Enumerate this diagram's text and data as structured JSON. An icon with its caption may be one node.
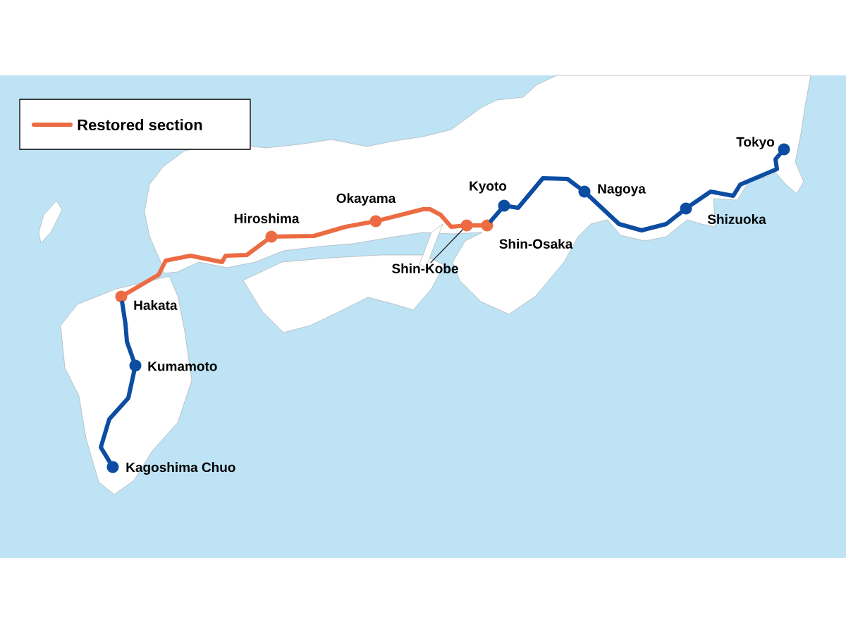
{
  "diagram": {
    "nodes": [
      {
        "text": [
          "Tokyo"
        ]
      },
      {
        "text": [
          "Kyoto"
        ]
      },
      {
        "text": [
          "Nagoya"
        ]
      },
      {
        "text": [
          "Okayama"
        ]
      },
      {
        "text": [
          "Hiroshima"
        ]
      },
      {
        "text": [
          "Shizuoka"
        ]
      },
      {
        "text": [
          "Shin-Osaka"
        ]
      },
      {
        "text": [],
        "shape": "circle"
      },
      {
        "text": [
          "Shin-Kobe"
        ]
      },
      {
        "text": [
          "Hakata"
        ]
      },
      {
        "text": [
          "Kumamoto"
        ]
      },
      {
        "text": [
          "Kagoshima Chuo"
        ]
      }
    ],
    "edges": [
      {
        "from": 0,
        "to": 5,
        "arrow": "none"
      },
      {
        "from": 5,
        "to": 2,
        "arrow": "none"
      },
      {
        "from": 2,
        "to": 1,
        "arrow": "none"
      },
      {
        "from": 1,
        "to": 6,
        "arrow": "none"
      },
      {
        "from": 6,
        "to": 7,
        "arrow": "none",
        "color": "#ec6b43"
      },
      {
        "from": 7,
        "to": 3,
        "arrow": "none",
        "color": "#ec6b43"
      },
      {
        "from": 3,
        "to": 4,
        "arrow": "none",
        "color": "#ec6b43"
      },
      {
        "from": 4,
        "to": 9,
        "arrow": "none",
        "color": "#ec6b43"
      },
      {
        "from": 9,
        "to": 10,
        "arrow": "none"
      },
      {
        "from": 10,
        "to": 11,
        "arrow": "none"
      },
      {
        "from": 8,
        "to": 7,
        "arrow": "none",
        "color": "#1a1a1a"
      }
    ],
    "legend": [
      {
        "text": "Restored section"
      }
    ]
  }
}
